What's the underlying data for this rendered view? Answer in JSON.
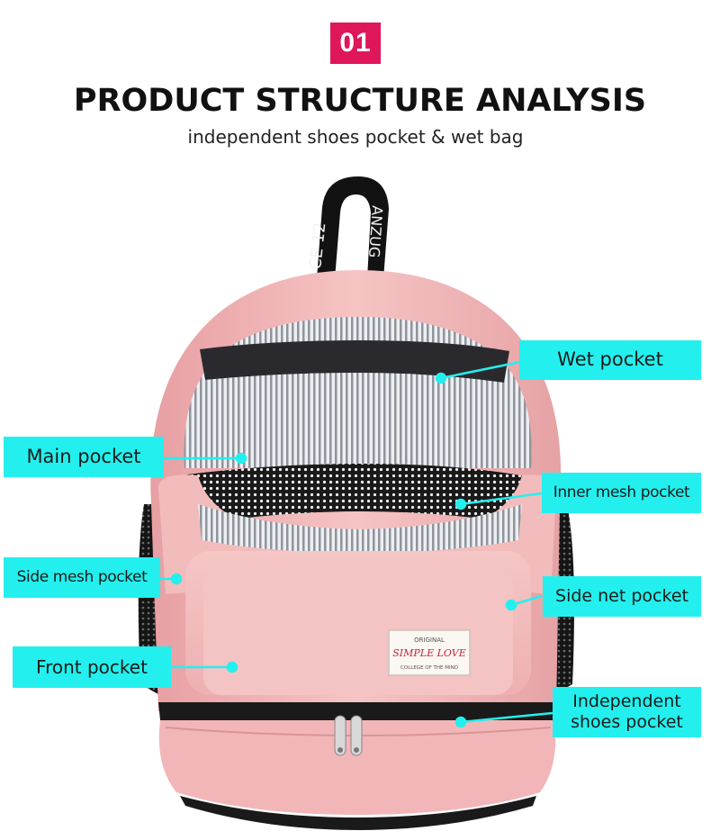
{
  "header": {
    "badge": "01",
    "title": "PRODUCT STRUCTURE ANALYSIS",
    "subtitle": "independent shoes pocket & wet bag"
  },
  "product": {
    "strap_text_left": "CE 12",
    "strap_text_right": "ANZUG",
    "patch_top": "ORIGINAL",
    "patch_brand": "SIMPLE LOVE",
    "patch_bottom": "COLLEGE OF THE MIND"
  },
  "callouts": {
    "wet_pocket": "Wet pocket",
    "main_pocket": "Main pocket",
    "inner_mesh_pocket": "Inner mesh pocket",
    "side_mesh_pocket": "Side mesh pocket",
    "side_net_pocket": "Side net pocket",
    "front_pocket": "Front pocket",
    "independent_shoes_pocket_line1": "Independent",
    "independent_shoes_pocket_line2": "shoes pocket"
  },
  "colors": {
    "badge": "#e0165a",
    "label_bg": "#23f0ee",
    "leader_line": "#23f0ee",
    "bag_pink": "#f2b7b8",
    "lining_stripe": "#9a9ea6",
    "mesh_black": "#1c1c1c"
  }
}
